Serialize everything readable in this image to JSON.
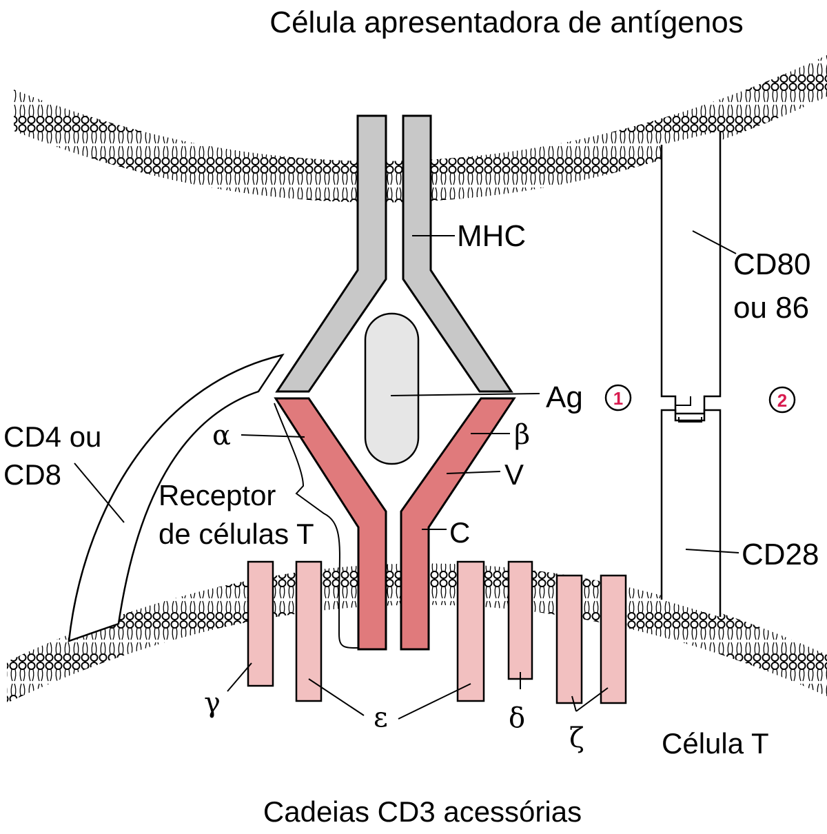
{
  "title": "Célula apresentadora de antígenos",
  "labels": {
    "mhc": "MHC",
    "cd80": "CD80",
    "cd80_2": "ou 86",
    "ag": "Ag",
    "marker1": "1",
    "marker2": "2",
    "alpha": "α",
    "beta": "β",
    "v": "V",
    "c": "C",
    "cd4": "CD4 ou",
    "cd8": "CD8",
    "tcr1": "Receptor",
    "tcr2": "de células T",
    "cd28": "CD28",
    "gamma": "γ",
    "epsilon": "ε",
    "delta": "δ",
    "zeta": "ζ",
    "tcell": "Célula T"
  },
  "caption": "Cadeias CD3 acessórias",
  "colors": {
    "mhc_fill": "#c8c8c8",
    "antigen_fill": "#e6e6e6",
    "tcr_fill": "#e07a7c",
    "cd3_fill": "#f2c0c0",
    "marker_color": "#d81b4f"
  }
}
